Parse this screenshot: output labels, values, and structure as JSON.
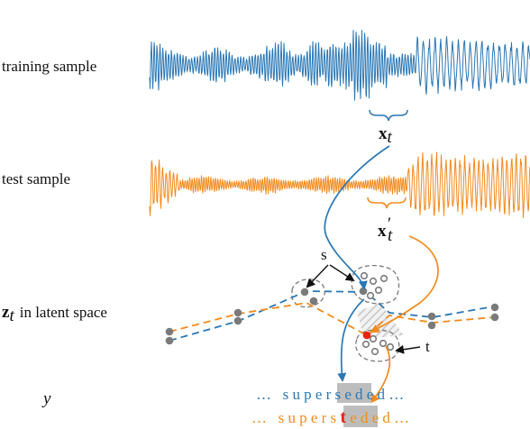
{
  "labels": {
    "training": "training sample",
    "test": "test sample",
    "latent_bold": "z",
    "latent_sub": "t",
    "latent_rest": "in latent space",
    "y": "y",
    "xt_bold": "x",
    "xt_sub": "t",
    "xtp_bold": "x",
    "xtp_prime": "′",
    "xtp_sub": "t",
    "s": "s",
    "t": "t"
  },
  "sequences": {
    "train": {
      "pre": "… supe",
      "hl": "rs",
      "post": "eded…"
    },
    "test": {
      "pre": "… super",
      "hl": "st",
      "post": "eded…"
    }
  },
  "colors": {
    "blue": "#2a77b4",
    "orange": "#f28a1c",
    "gray": "#7a7a7a",
    "red": "#e8230f",
    "highlight": "#bdbdbd"
  }
}
